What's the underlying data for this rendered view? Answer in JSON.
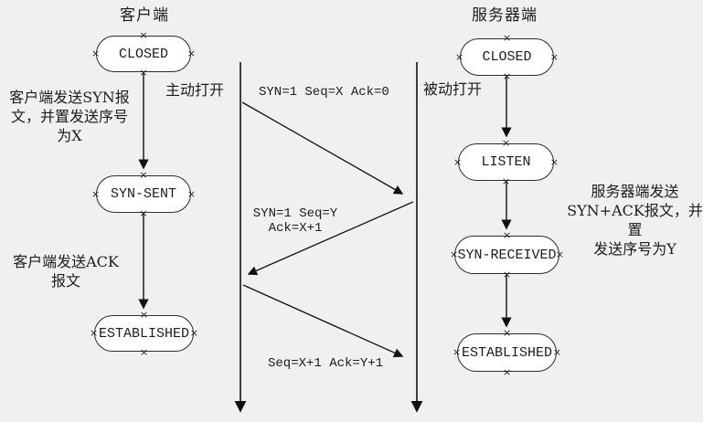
{
  "colors": {
    "background": "#f0f0f0",
    "node_fill": "#ffffff",
    "node_border": "#2b2b2b",
    "line": "#111111",
    "text": "#1c1c1c"
  },
  "decor": {
    "handle": "×"
  },
  "client": {
    "title": "客户端",
    "open_label": "主动打开",
    "states": [
      {
        "label": "CLOSED"
      },
      {
        "label": "SYN-SENT"
      },
      {
        "label": "ESTABLISHED"
      }
    ],
    "annotations": [
      {
        "text": "客户端发送SYN报\n文，并置发送序号\n为X"
      },
      {
        "text": "客户端发送ACK\n报文"
      }
    ]
  },
  "server": {
    "title": "服务器端",
    "open_label": "被动打开",
    "states": [
      {
        "label": "CLOSED"
      },
      {
        "label": "LISTEN"
      },
      {
        "label": "SYN-RECEIVED"
      },
      {
        "label": "ESTABLISHED"
      }
    ],
    "annotation": "服务器端发送\nSYN+ACK报文，并置\n发送序号为Y"
  },
  "messages": [
    {
      "label": "SYN=1 Seq=X Ack=0"
    },
    {
      "label": "SYN=1 Seq=Y\nAck=X+1"
    },
    {
      "label": "Seq=X+1 Ack=Y+1"
    }
  ]
}
